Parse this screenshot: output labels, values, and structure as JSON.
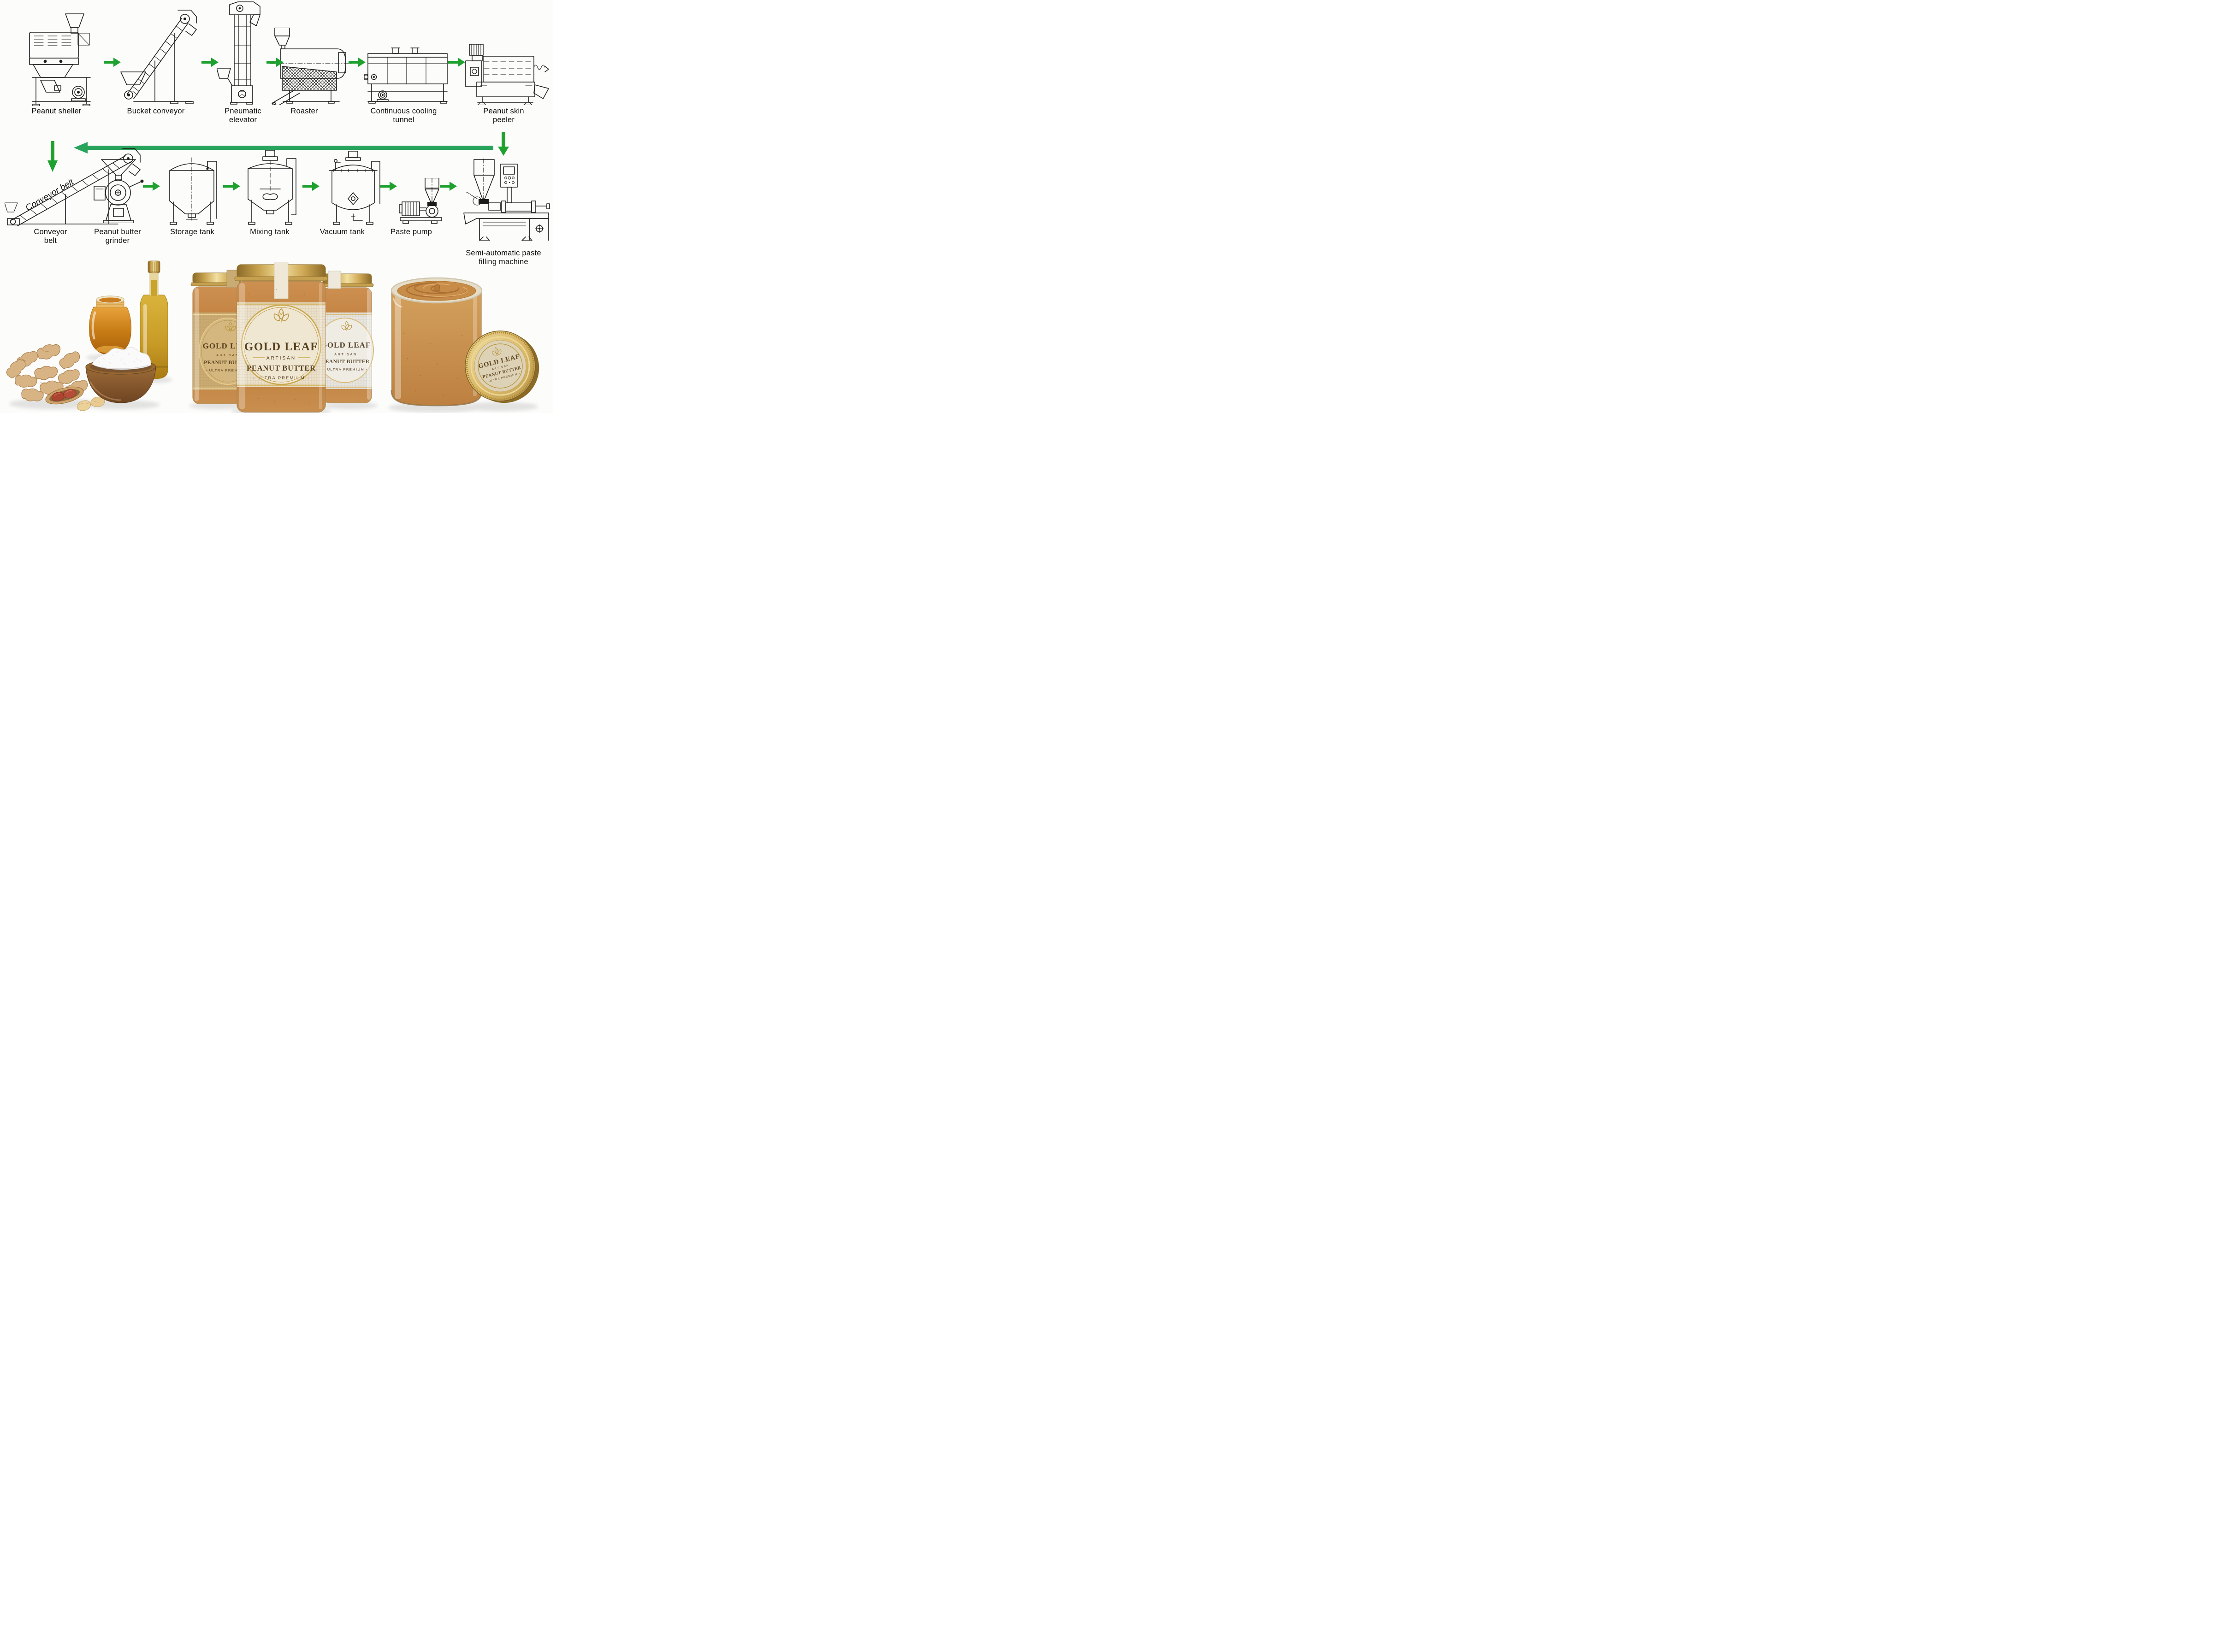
{
  "process_diagram": {
    "arrow_color": "#1ea12f",
    "return_arrow_color": "#28a35c",
    "row1_steps": [
      {
        "label": "Peanut sheller"
      },
      {
        "label": "Bucket conveyor"
      },
      {
        "label": "Pneumatic elevator"
      },
      {
        "label": "Roaster"
      },
      {
        "label": "Continuous cooling tunnel"
      },
      {
        "label": "Peanut skin peeler"
      }
    ],
    "row2_steps": [
      {
        "label": "Conveyor belt"
      },
      {
        "label": "Peanut butter grinder"
      },
      {
        "label": "Storage tank"
      },
      {
        "label": "Mixing tank"
      },
      {
        "label": "Vacuum tank"
      },
      {
        "label": "Paste pump"
      },
      {
        "label": "Semi-automatic paste filling machine"
      }
    ],
    "conveyor_inline_label": "Conveyor belt"
  },
  "products": {
    "brand": "GOLD LEAF",
    "brand_sub": "ARTISAN",
    "product_name": "PEANUT BUTTER",
    "grade_line": "- ULTRA PREMIUM -",
    "colors": {
      "peanut_butter": "#c9894a",
      "gold_lid": "#d4b060",
      "label_cream": "#ece1cb"
    }
  }
}
